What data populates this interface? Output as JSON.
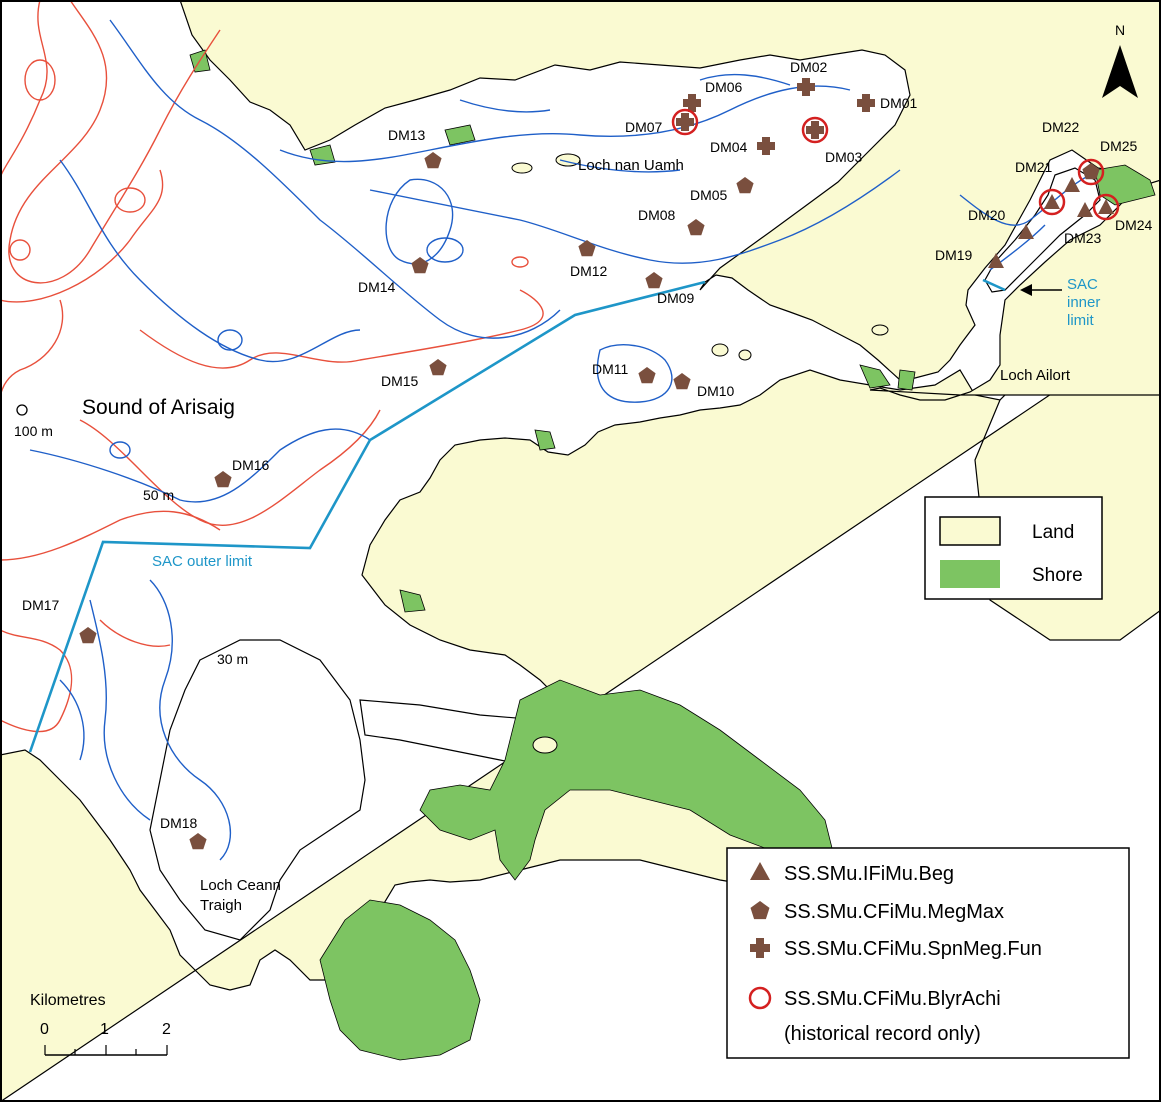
{
  "colors": {
    "land": "#fafad2",
    "shore": "#7dc462",
    "sea": "#ffffff",
    "contour_30m": "#1f5fc8",
    "contour_50m": "#e8503c",
    "sac_limit": "#1e96c8",
    "marker_fill": "#7a4f3e",
    "historical_ring": "#d42020"
  },
  "compass": {
    "label": "N"
  },
  "places": {
    "sound_of_arisaig": "Sound of Arisaig",
    "loch_nan_uamh": "Loch nan Uamh",
    "loch_ailort": "Loch Ailort",
    "loch_ceann_traigh_1": "Loch Ceann",
    "loch_ceann_traigh_2": "Traigh"
  },
  "depth_labels": {
    "d100": "100 m",
    "d50": "50 m",
    "d30": "30 m"
  },
  "sac": {
    "outer_limit": "SAC outer limit",
    "inner_1": "SAC",
    "inner_2": "inner",
    "inner_3": "limit"
  },
  "legend_land": {
    "land": "Land",
    "shore": "Shore"
  },
  "legend_biotopes": [
    {
      "symbol": "triangle",
      "label": "SS.SMu.IFiMu.Beg"
    },
    {
      "symbol": "pentagon",
      "label": "SS.SMu.CFiMu.MegMax"
    },
    {
      "symbol": "cross",
      "label": "SS.SMu.CFiMu.SpnMeg.Fun"
    },
    {
      "symbol": "ring",
      "label": "SS.SMu.CFiMu.BlyrAchi",
      "label2": "(historical record only)"
    }
  ],
  "scale": {
    "title": "Kilometres",
    "ticks": [
      "0",
      "1",
      "2"
    ]
  },
  "stations": [
    {
      "id": "DM01",
      "type": "cross",
      "historical": false
    },
    {
      "id": "DM02",
      "type": "cross",
      "historical": false
    },
    {
      "id": "DM03",
      "type": "cross",
      "historical": true
    },
    {
      "id": "DM04",
      "type": "cross",
      "historical": false
    },
    {
      "id": "DM05",
      "type": "pentagon",
      "historical": false
    },
    {
      "id": "DM06",
      "type": "cross",
      "historical": false
    },
    {
      "id": "DM07",
      "type": "cross",
      "historical": true
    },
    {
      "id": "DM08",
      "type": "pentagon",
      "historical": false
    },
    {
      "id": "DM09",
      "type": "pentagon",
      "historical": false
    },
    {
      "id": "DM10",
      "type": "pentagon",
      "historical": false
    },
    {
      "id": "DM11",
      "type": "pentagon",
      "historical": false
    },
    {
      "id": "DM12",
      "type": "pentagon",
      "historical": false
    },
    {
      "id": "DM13",
      "type": "pentagon",
      "historical": false
    },
    {
      "id": "DM14",
      "type": "pentagon",
      "historical": false
    },
    {
      "id": "DM15",
      "type": "pentagon",
      "historical": false
    },
    {
      "id": "DM16",
      "type": "pentagon",
      "historical": false
    },
    {
      "id": "DM17",
      "type": "pentagon",
      "historical": false
    },
    {
      "id": "DM18",
      "type": "pentagon",
      "historical": false
    },
    {
      "id": "DM19",
      "type": "triangle",
      "historical": false
    },
    {
      "id": "DM20",
      "type": "triangle",
      "historical": false
    },
    {
      "id": "DM21",
      "type": "triangle",
      "historical": true
    },
    {
      "id": "DM22",
      "type": "triangle",
      "historical": false
    },
    {
      "id": "DM23",
      "type": "triangle",
      "historical": false
    },
    {
      "id": "DM24",
      "type": "triangle",
      "historical": true
    },
    {
      "id": "DM25",
      "type": "pentagon",
      "historical": true
    }
  ]
}
